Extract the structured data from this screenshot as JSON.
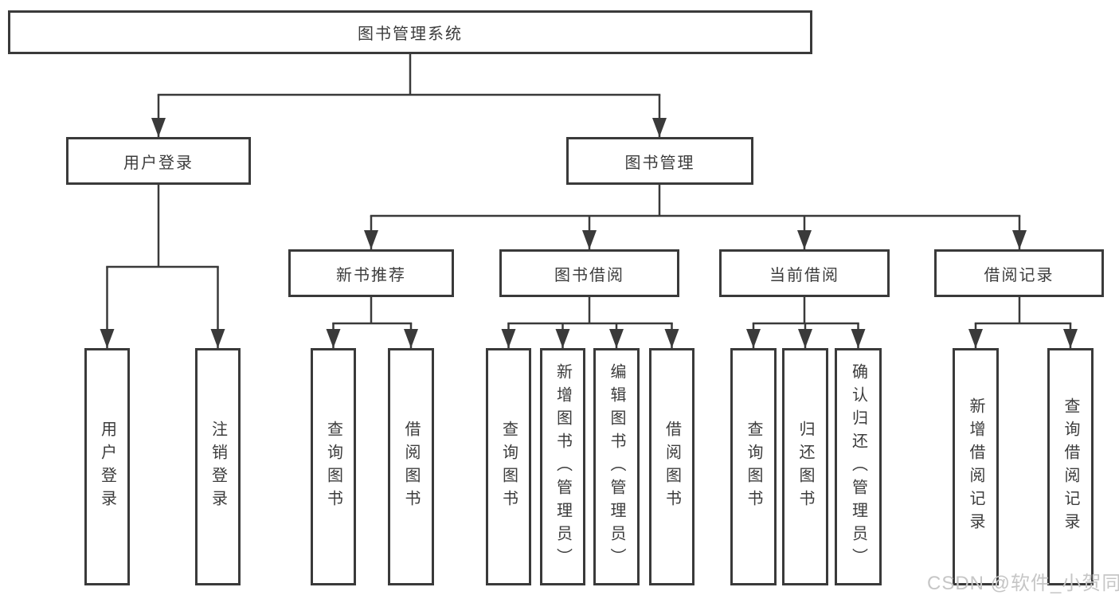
{
  "diagram": {
    "title": "图书管理系统",
    "root": {
      "label": "图书管理系统"
    },
    "level2": [
      {
        "id": "user-login",
        "label": "用户登录"
      },
      {
        "id": "book-management",
        "label": "图书管理"
      }
    ],
    "level3": [
      {
        "id": "new-book-recommend",
        "label": "新书推荐"
      },
      {
        "id": "book-borrowing",
        "label": "图书借阅"
      },
      {
        "id": "current-borrowing",
        "label": "当前借阅"
      },
      {
        "id": "borrowing-records",
        "label": "借阅记录"
      }
    ],
    "leaves": {
      "user_login": [
        "用户登录",
        "注销登录"
      ],
      "new_book_recommend": [
        "查询图书",
        "借阅图书"
      ],
      "book_borrowing": [
        "查询图书",
        "新增图书（管理员）",
        "编辑图书（管理员）",
        "借阅图书"
      ],
      "current_borrowing": [
        "查询图书",
        "归还图书",
        "确认归还（管理员）"
      ],
      "borrowing_records": [
        "新增借阅记录",
        "查询借阅记录"
      ]
    }
  },
  "watermark": {
    "text": "CSDN @软件_小贺同学"
  },
  "colors": {
    "line": "#3a3a3a",
    "text": "#3c3c3c",
    "background": "#ffffff",
    "watermark": "#c6c6c6"
  }
}
